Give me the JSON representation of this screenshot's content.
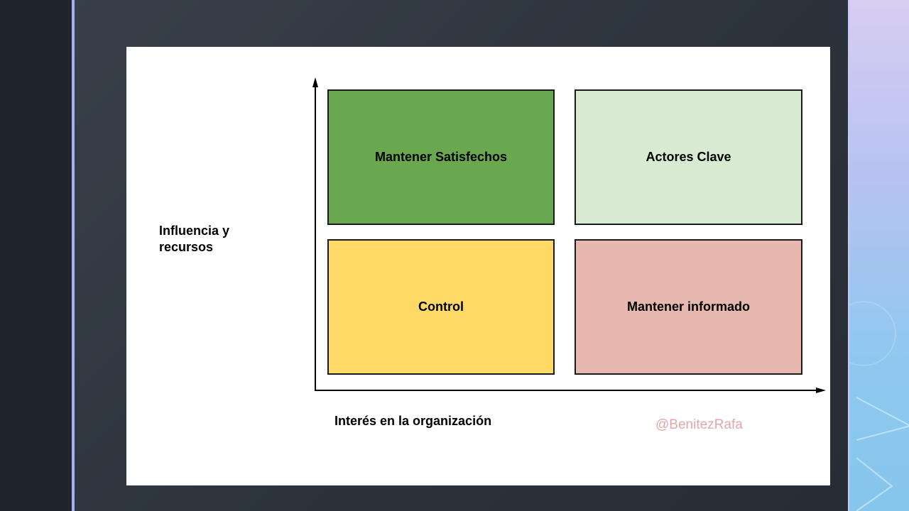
{
  "diagram": {
    "y_axis_label": "Influencia y recursos",
    "x_axis_label": "Interés en la organización",
    "watermark": "@BenitezRafa",
    "quadrants": {
      "top_left": {
        "label": "Mantener Satisfechos",
        "color": "#6aa84f"
      },
      "top_right": {
        "label": "Actores Clave",
        "color": "#d9ead3"
      },
      "bottom_left": {
        "label": "Control",
        "color": "#ffd966"
      },
      "bottom_right": {
        "label": "Mantener informado",
        "color": "#e6b8af"
      }
    }
  },
  "theme": {
    "left_accent": "#a9aef2",
    "watermark_color": "#e3a6a6"
  }
}
